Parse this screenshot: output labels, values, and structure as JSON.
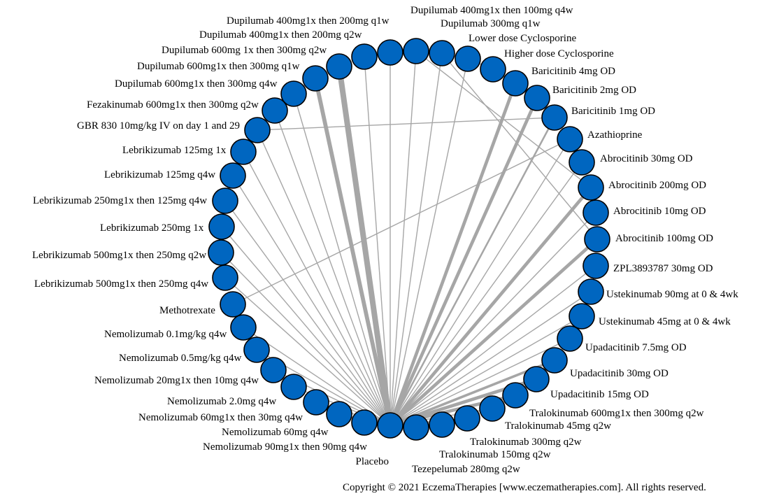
{
  "colors": {
    "node_fill": "#0066c0",
    "node_stroke": "#000000",
    "edge": "#a6a6a6",
    "text": "#000000"
  },
  "nodes": [
    {
      "id": "placebo",
      "label": "Placebo"
    },
    {
      "id": "tezepelumab-280",
      "label": "Tezepelumab 280mg q2w"
    },
    {
      "id": "tralokinumab-150",
      "label": "Tralokinumab 150mg q2w"
    },
    {
      "id": "tralokinumab-300",
      "label": "Tralokinumab 300mg q2w"
    },
    {
      "id": "tralokinumab-45",
      "label": "Tralokinumab 45mg q2w"
    },
    {
      "id": "tralokinumab-600-300",
      "label": "Tralokinumab 600mg1x then 300mg q2w"
    },
    {
      "id": "upadacitinib-15",
      "label": "Upadacitinib 15mg OD"
    },
    {
      "id": "upadacitinib-30",
      "label": "Upadacitinib 30mg OD"
    },
    {
      "id": "upadacitinib-7-5",
      "label": "Upadacitinib 7.5mg OD"
    },
    {
      "id": "ustekinumab-45",
      "label": "Ustekinumab 45mg at 0 & 4wk"
    },
    {
      "id": "ustekinumab-90",
      "label": "Ustekinumab 90mg at 0 & 4wk"
    },
    {
      "id": "zpl3893787-30",
      "label": "ZPL3893787 30mg OD"
    },
    {
      "id": "abrocitinib-100",
      "label": "Abrocitinib 100mg OD"
    },
    {
      "id": "abrocitinib-10",
      "label": "Abrocitinib 10mg OD"
    },
    {
      "id": "abrocitinib-200",
      "label": "Abrocitinib 200mg OD"
    },
    {
      "id": "abrocitinib-30",
      "label": "Abrocitinib 30mg OD"
    },
    {
      "id": "azathioprine",
      "label": "Azathioprine"
    },
    {
      "id": "baricitinib-1",
      "label": "Baricitinib 1mg OD"
    },
    {
      "id": "baricitinib-2",
      "label": "Baricitinib 2mg OD"
    },
    {
      "id": "baricitinib-4",
      "label": "Baricitinib 4mg OD"
    },
    {
      "id": "cyclosporine-high",
      "label": "Higher dose Cyclosporine"
    },
    {
      "id": "cyclosporine-low",
      "label": "Lower dose Cyclosporine"
    },
    {
      "id": "dupilumab-300-q1w",
      "label": "Dupilumab 300mg q1w"
    },
    {
      "id": "dupilumab-400-100-q4w",
      "label": "Dupilumab 400mg1x then 100mg q4w"
    },
    {
      "id": "dupilumab-400-200-q1w",
      "label": "Dupilumab 400mg1x then 200mg q1w"
    },
    {
      "id": "dupilumab-400-200-q2w",
      "label": "Dupilumab 400mg1x then 200mg q2w"
    },
    {
      "id": "dupilumab-600-300-q2w",
      "label": "Dupilumab 600mg 1x then 300mg q2w"
    },
    {
      "id": "dupilumab-600-300-q1w",
      "label": "Dupilumab 600mg1x then 300mg q1w"
    },
    {
      "id": "dupilumab-600-300-q4w",
      "label": "Dupilumab 600mg1x then 300mg q4w"
    },
    {
      "id": "fezakinumab-600-300",
      "label": "Fezakinumab 600mg1x then 300mg q2w"
    },
    {
      "id": "gbr830-10",
      "label": "GBR 830 10mg/kg IV on day 1 and 29"
    },
    {
      "id": "lebrikizumab-125-1x",
      "label": "Lebrikizumab 125mg 1x"
    },
    {
      "id": "lebrikizumab-125-q4w",
      "label": "Lebrikizumab 125mg q4w"
    },
    {
      "id": "lebrikizumab-250-125",
      "label": "Lebrikizumab 250mg1x then 125mg q4w"
    },
    {
      "id": "lebrikizumab-250-1x",
      "label": "Lebrikizumab 250mg 1x"
    },
    {
      "id": "lebrikizumab-500-250-q2w",
      "label": "Lebrikizumab 500mg1x then 250mg q2w"
    },
    {
      "id": "lebrikizumab-500-250-q4w",
      "label": "Lebrikizumab 500mg1x then 250mg q4w"
    },
    {
      "id": "methotrexate",
      "label": "Methotrexate"
    },
    {
      "id": "nemolizumab-0-1",
      "label": "Nemolizumab 0.1mg/kg q4w"
    },
    {
      "id": "nemolizumab-0-5",
      "label": "Nemolizumab 0.5mg/kg q4w"
    },
    {
      "id": "nemolizumab-20-10",
      "label": "Nemolizumab 20mg1x then 10mg q4w"
    },
    {
      "id": "nemolizumab-2-0",
      "label": "Nemolizumab 2.0mg q4w"
    },
    {
      "id": "nemolizumab-60-30",
      "label": "Nemolizumab 60mg1x then 30mg q4w"
    },
    {
      "id": "nemolizumab-60",
      "label": "Nemolizumab 60mg q4w"
    },
    {
      "id": "nemolizumab-90-90",
      "label": "Nemolizumab 90mg1x then 90mg q4w"
    }
  ],
  "edges": [
    {
      "from": "placebo",
      "to": "tezepelumab-280",
      "weight": 1
    },
    {
      "from": "placebo",
      "to": "tralokinumab-150",
      "weight": 1
    },
    {
      "from": "placebo",
      "to": "tralokinumab-300",
      "weight": 1
    },
    {
      "from": "placebo",
      "to": "tralokinumab-45",
      "weight": 1
    },
    {
      "from": "placebo",
      "to": "tralokinumab-600-300",
      "weight": 4
    },
    {
      "from": "placebo",
      "to": "upadacitinib-15",
      "weight": 4
    },
    {
      "from": "placebo",
      "to": "upadacitinib-30",
      "weight": 3
    },
    {
      "from": "placebo",
      "to": "upadacitinib-7-5",
      "weight": 1
    },
    {
      "from": "placebo",
      "to": "ustekinumab-45",
      "weight": 1
    },
    {
      "from": "placebo",
      "to": "ustekinumab-90",
      "weight": 1
    },
    {
      "from": "placebo",
      "to": "zpl3893787-30",
      "weight": 1
    },
    {
      "from": "placebo",
      "to": "abrocitinib-100",
      "weight": 4
    },
    {
      "from": "placebo",
      "to": "abrocitinib-10",
      "weight": 1
    },
    {
      "from": "placebo",
      "to": "abrocitinib-200",
      "weight": 4
    },
    {
      "from": "placebo",
      "to": "abrocitinib-30",
      "weight": 1
    },
    {
      "from": "placebo",
      "to": "azathioprine",
      "weight": 1
    },
    {
      "from": "placebo",
      "to": "baricitinib-1",
      "weight": 2
    },
    {
      "from": "placebo",
      "to": "baricitinib-2",
      "weight": 4
    },
    {
      "from": "placebo",
      "to": "baricitinib-4",
      "weight": 4
    },
    {
      "from": "placebo",
      "to": "cyclosporine-low",
      "weight": 1
    },
    {
      "from": "placebo",
      "to": "dupilumab-300-q1w",
      "weight": 1
    },
    {
      "from": "placebo",
      "to": "dupilumab-400-100-q4w",
      "weight": 1
    },
    {
      "from": "placebo",
      "to": "dupilumab-400-200-q1w",
      "weight": 1
    },
    {
      "from": "placebo",
      "to": "dupilumab-400-200-q2w",
      "weight": 1
    },
    {
      "from": "placebo",
      "to": "dupilumab-600-300-q2w",
      "weight": 7
    },
    {
      "from": "placebo",
      "to": "dupilumab-600-300-q1w",
      "weight": 5
    },
    {
      "from": "placebo",
      "to": "dupilumab-600-300-q4w",
      "weight": 1
    },
    {
      "from": "placebo",
      "to": "fezakinumab-600-300",
      "weight": 1
    },
    {
      "from": "placebo",
      "to": "gbr830-10",
      "weight": 1
    },
    {
      "from": "placebo",
      "to": "lebrikizumab-125-1x",
      "weight": 1
    },
    {
      "from": "placebo",
      "to": "lebrikizumab-125-q4w",
      "weight": 1
    },
    {
      "from": "placebo",
      "to": "lebrikizumab-250-125",
      "weight": 1
    },
    {
      "from": "placebo",
      "to": "lebrikizumab-250-1x",
      "weight": 1
    },
    {
      "from": "placebo",
      "to": "lebrikizumab-500-250-q2w",
      "weight": 1
    },
    {
      "from": "placebo",
      "to": "lebrikizumab-500-250-q4w",
      "weight": 1
    },
    {
      "from": "placebo",
      "to": "nemolizumab-0-1",
      "weight": 1
    },
    {
      "from": "placebo",
      "to": "nemolizumab-0-5",
      "weight": 1
    },
    {
      "from": "placebo",
      "to": "nemolizumab-20-10",
      "weight": 1
    },
    {
      "from": "placebo",
      "to": "nemolizumab-2-0",
      "weight": 1
    },
    {
      "from": "placebo",
      "to": "nemolizumab-60-30",
      "weight": 1
    },
    {
      "from": "placebo",
      "to": "nemolizumab-60",
      "weight": 1
    },
    {
      "from": "placebo",
      "to": "nemolizumab-90-90",
      "weight": 1
    },
    {
      "from": "methotrexate",
      "to": "azathioprine",
      "weight": 1
    },
    {
      "from": "dupilumab-400-100-q4w",
      "to": "abrocitinib-200",
      "weight": 1
    },
    {
      "from": "dupilumab-300-q1w",
      "to": "abrocitinib-100",
      "weight": 1
    },
    {
      "from": "gbr830-10",
      "to": "baricitinib-1",
      "weight": 1
    },
    {
      "from": "cyclosporine-high",
      "to": "cyclosporine-low",
      "weight": 1
    }
  ],
  "copyright": "Copyright © 2021 EczemaTherapies [www.eczematherapies.com]. All rights reserved."
}
